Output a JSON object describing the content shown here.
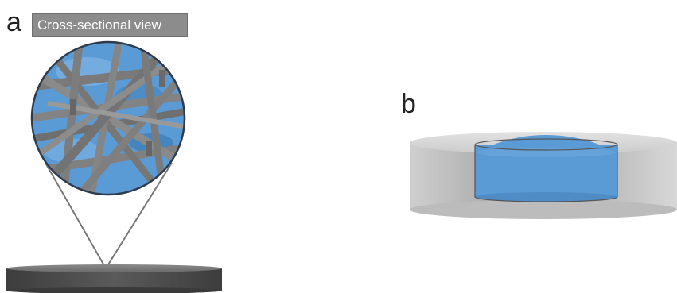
{
  "panels": {
    "a": {
      "letter": "a",
      "caption": "Cross-sectional view"
    },
    "b": {
      "letter": "b"
    }
  },
  "colors": {
    "fiber": "#7f7f7f",
    "fiber_highlight": "#a6a6a6",
    "fluid_blue": "#5b9bd5",
    "substrate_dark": "#4d4d4d",
    "dish_gray": "#d0d0d0",
    "circle_border": "#2e3b4e"
  },
  "icons": [
    "magnified-fiber-mesh",
    "substrate-disc",
    "petri-dish",
    "blue-gel-cylinder"
  ]
}
